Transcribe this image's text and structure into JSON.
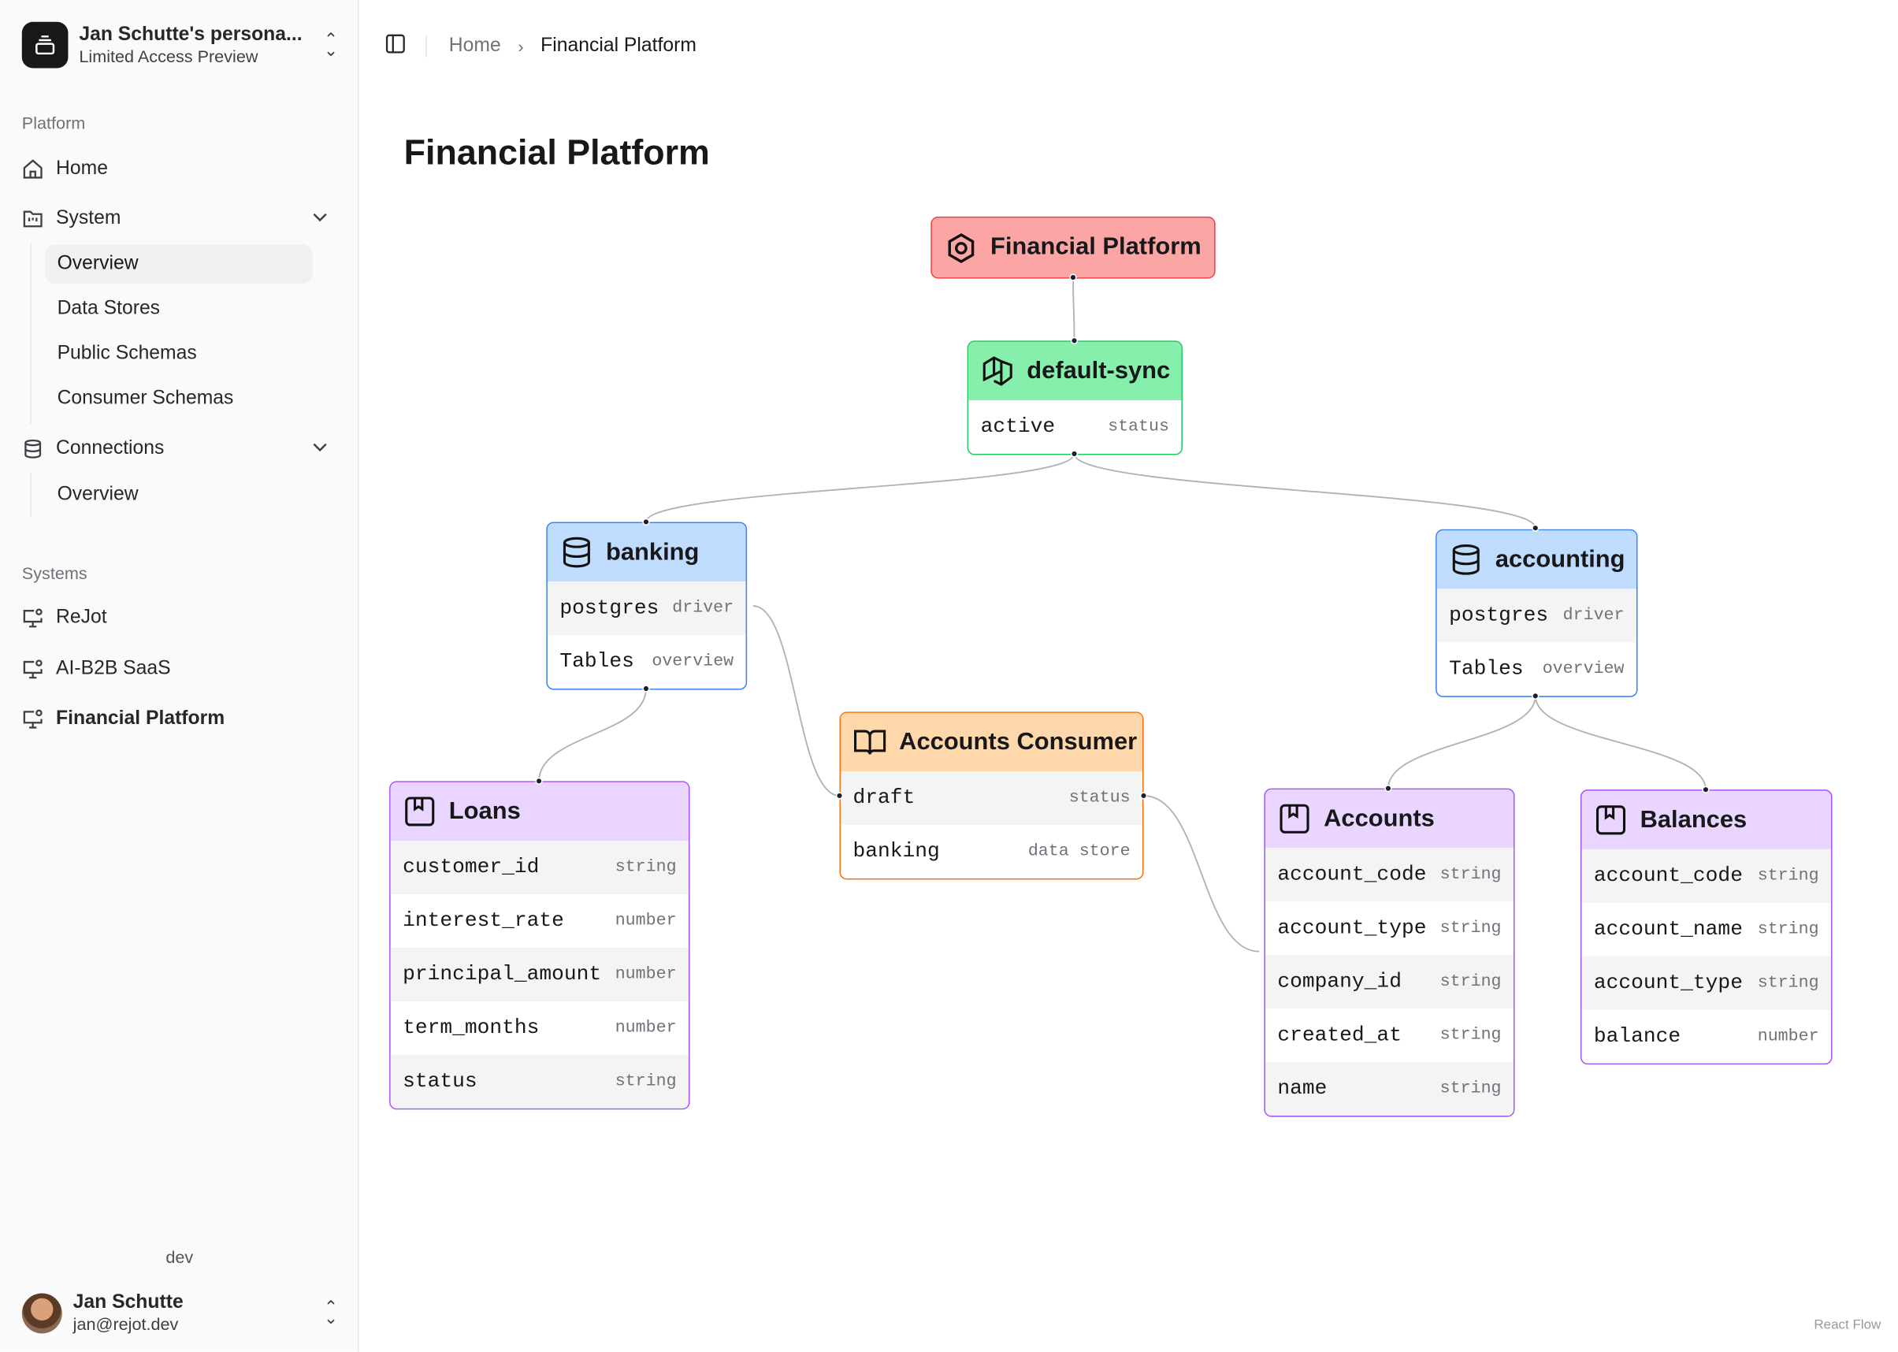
{
  "workspace": {
    "name": "Jan Schutte's persona...",
    "subtitle": "Limited Access Preview"
  },
  "sidebar": {
    "platform_label": "Platform",
    "home": "Home",
    "system": "System",
    "system_items": [
      "Overview",
      "Data Stores",
      "Public Schemas",
      "Consumer Schemas"
    ],
    "connections": "Connections",
    "connections_items": [
      "Overview"
    ],
    "systems_label": "Systems",
    "systems": [
      "ReJot",
      "AI-B2B SaaS",
      "Financial Platform"
    ],
    "env": "dev"
  },
  "user": {
    "name": "Jan Schutte",
    "email": "jan@rejot.dev"
  },
  "breadcrumb": {
    "home": "Home",
    "current": "Financial Platform"
  },
  "page_title": "Financial Platform",
  "colors": {
    "system": "#fca5a5",
    "sync": "#86efac",
    "datastore": "#bfdbfe",
    "consumer": "#fed7aa",
    "schema": "#e9d5ff"
  },
  "nodes": {
    "platform": {
      "title": "Financial Platform"
    },
    "sync": {
      "title": "default-sync",
      "rows": [
        [
          "active",
          "status"
        ]
      ]
    },
    "banking": {
      "title": "banking",
      "rows": [
        [
          "postgres",
          "driver"
        ],
        [
          "Tables",
          "overview"
        ]
      ]
    },
    "accounting": {
      "title": "accounting",
      "rows": [
        [
          "postgres",
          "driver"
        ],
        [
          "Tables",
          "overview"
        ]
      ]
    },
    "consumer": {
      "title": "Accounts Consumer",
      "rows": [
        [
          "draft",
          "status"
        ],
        [
          "banking",
          "data store"
        ]
      ]
    },
    "loans": {
      "title": "Loans",
      "rows": [
        [
          "customer_id",
          "string"
        ],
        [
          "interest_rate",
          "number"
        ],
        [
          "principal_amount",
          "number"
        ],
        [
          "term_months",
          "number"
        ],
        [
          "status",
          "string"
        ]
      ]
    },
    "accounts": {
      "title": "Accounts",
      "rows": [
        [
          "account_code",
          "string"
        ],
        [
          "account_type",
          "string"
        ],
        [
          "company_id",
          "string"
        ],
        [
          "created_at",
          "string"
        ],
        [
          "name",
          "string"
        ]
      ]
    },
    "balances": {
      "title": "Balances",
      "rows": [
        [
          "account_code",
          "string"
        ],
        [
          "account_name",
          "string"
        ],
        [
          "account_type",
          "string"
        ],
        [
          "balance",
          "number"
        ]
      ]
    }
  },
  "attribution": "React Flow"
}
